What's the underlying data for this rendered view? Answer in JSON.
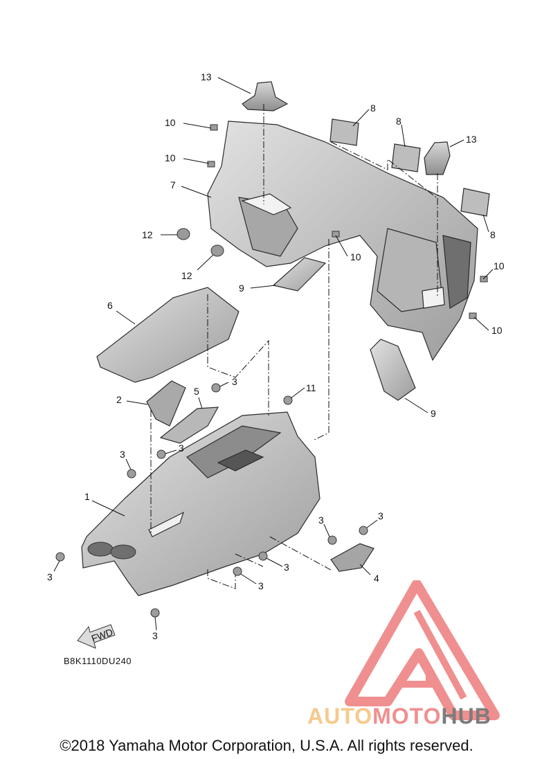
{
  "diagram": {
    "code": "B8K1110DU240",
    "fwd_label": "FWD",
    "callouts": [
      "13",
      "8",
      "10",
      "8",
      "13",
      "10",
      "7",
      "12",
      "12",
      "10",
      "8",
      "9",
      "10",
      "10",
      "6",
      "3",
      "11",
      "2",
      "5",
      "9",
      "3",
      "3",
      "1",
      "3",
      "3",
      "4",
      "3",
      "3",
      "3",
      "3"
    ]
  },
  "watermark": {
    "part1": "AUTO",
    "part2": "MOTO",
    "part3": "HUB"
  },
  "footer": {
    "copyright": "©2018 Yamaha Motor Corporation, U.S.A. All rights reserved."
  },
  "colors": {
    "part_fill": "#c9c9c9",
    "part_dark": "#7a7a7a",
    "watermark_red": "#f08f8f",
    "watermark_orange": "#f6c98c"
  }
}
